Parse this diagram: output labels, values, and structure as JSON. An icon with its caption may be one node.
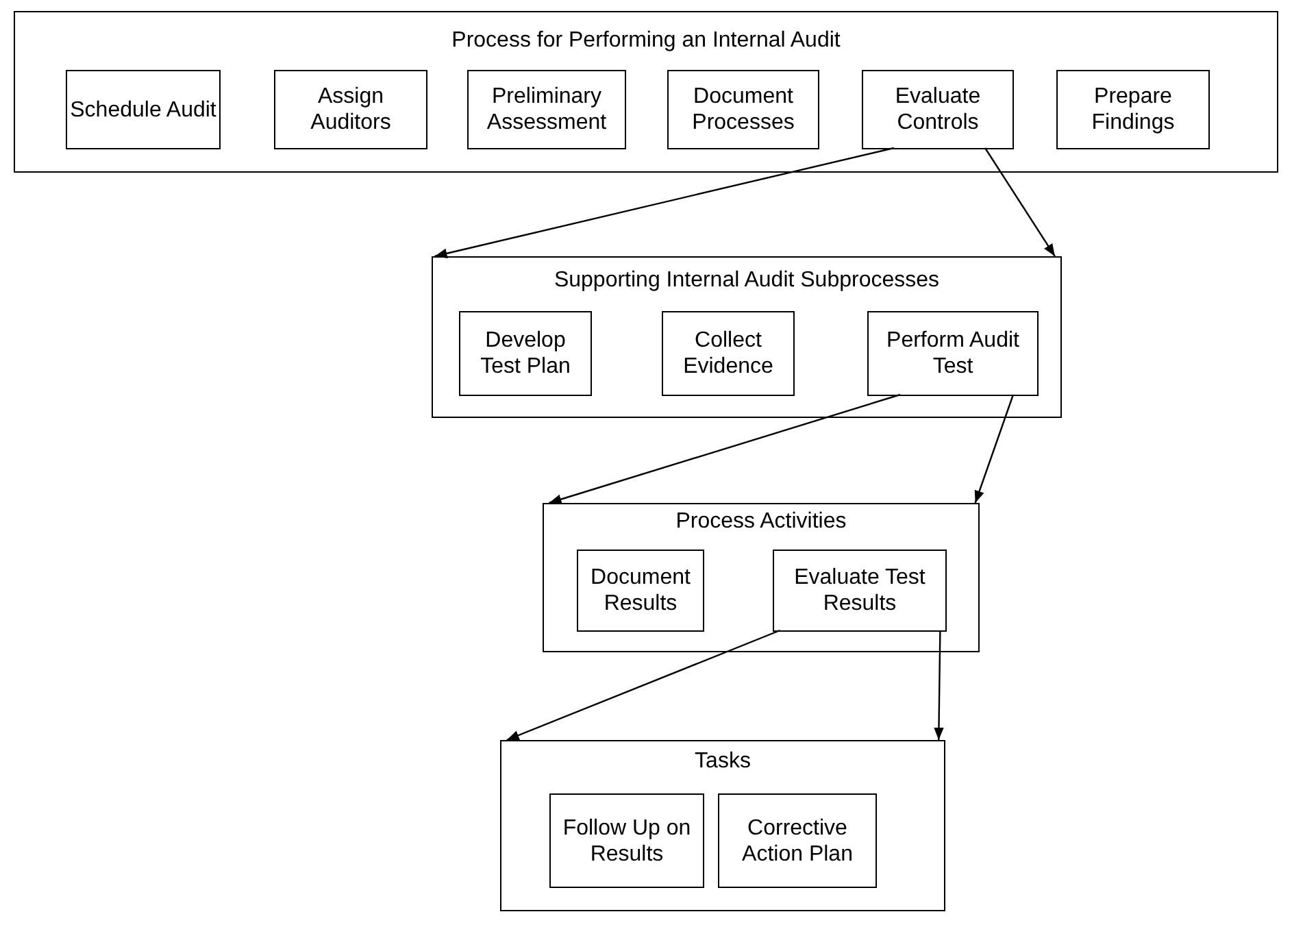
{
  "diagram": {
    "nodes": [
      {
        "text": [
          "Process for Performing an Internal Audit"
        ]
      },
      {
        "text": [
          "Schedule Audit"
        ],
        "in": 0
      },
      {
        "text": [
          "Assign Auditors"
        ],
        "in": 0
      },
      {
        "text": [
          "Preliminary Assessment"
        ],
        "in": 0
      },
      {
        "text": [
          "Document Processes"
        ],
        "in": 0
      },
      {
        "text": [
          "Evaluate Controls"
        ],
        "in": 0
      },
      {
        "text": [
          "Prepare Findings"
        ],
        "in": 0
      },
      {
        "text": [
          "Supporting Internal Audit Subprocesses"
        ]
      },
      {
        "text": [
          "Develop Test Plan"
        ],
        "in": 7
      },
      {
        "text": [
          "Collect Evidence"
        ],
        "in": 7
      },
      {
        "text": [
          "Perform Audit Test"
        ],
        "in": 7
      },
      {
        "text": [
          "Process Activities"
        ]
      },
      {
        "text": [
          "Document Results"
        ],
        "in": 11
      },
      {
        "text": [
          "Evaluate Test Results"
        ],
        "in": 11
      },
      {
        "text": [
          "Tasks"
        ]
      },
      {
        "text": [
          "Follow Up on Results"
        ],
        "in": 14
      },
      {
        "text": [
          "Corrective Action Plan"
        ],
        "in": 14
      }
    ],
    "edges": [
      {
        "from": 5,
        "to": 7,
        "arrow": "to"
      },
      {
        "from": 5,
        "to": 7,
        "arrow": "to"
      },
      {
        "from": 10,
        "to": 11,
        "arrow": "to"
      },
      {
        "from": 10,
        "to": 11,
        "arrow": "to"
      },
      {
        "from": 13,
        "to": 14,
        "arrow": "to"
      },
      {
        "from": 13,
        "to": 14,
        "arrow": "to"
      }
    ]
  }
}
